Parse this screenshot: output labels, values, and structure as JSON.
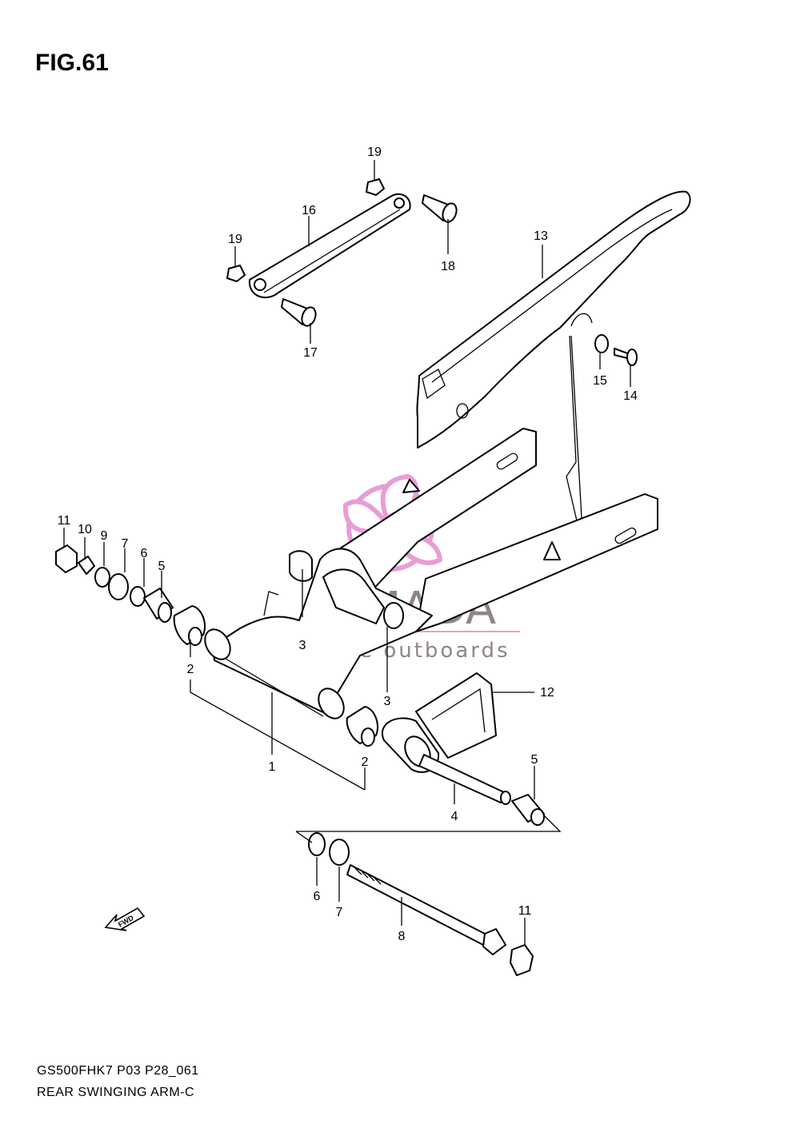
{
  "figure": {
    "title": "FIG.61"
  },
  "footer": {
    "code": "GS500FHK7 P03 P28_061",
    "name": "REAR SWINGING ARM-C"
  },
  "watermark": {
    "brand": "ARMADA",
    "tagline": "marine outboards",
    "accent": "#e48ccf"
  },
  "fwd_label": "FWD",
  "callouts": [
    "19",
    "16",
    "19",
    "18",
    "17",
    "13",
    "15",
    "14",
    "11",
    "10",
    "9",
    "7",
    "6",
    "5",
    "2",
    "3",
    "3",
    "12",
    "2",
    "1",
    "5",
    "4",
    "6",
    "7",
    "8",
    "11"
  ]
}
